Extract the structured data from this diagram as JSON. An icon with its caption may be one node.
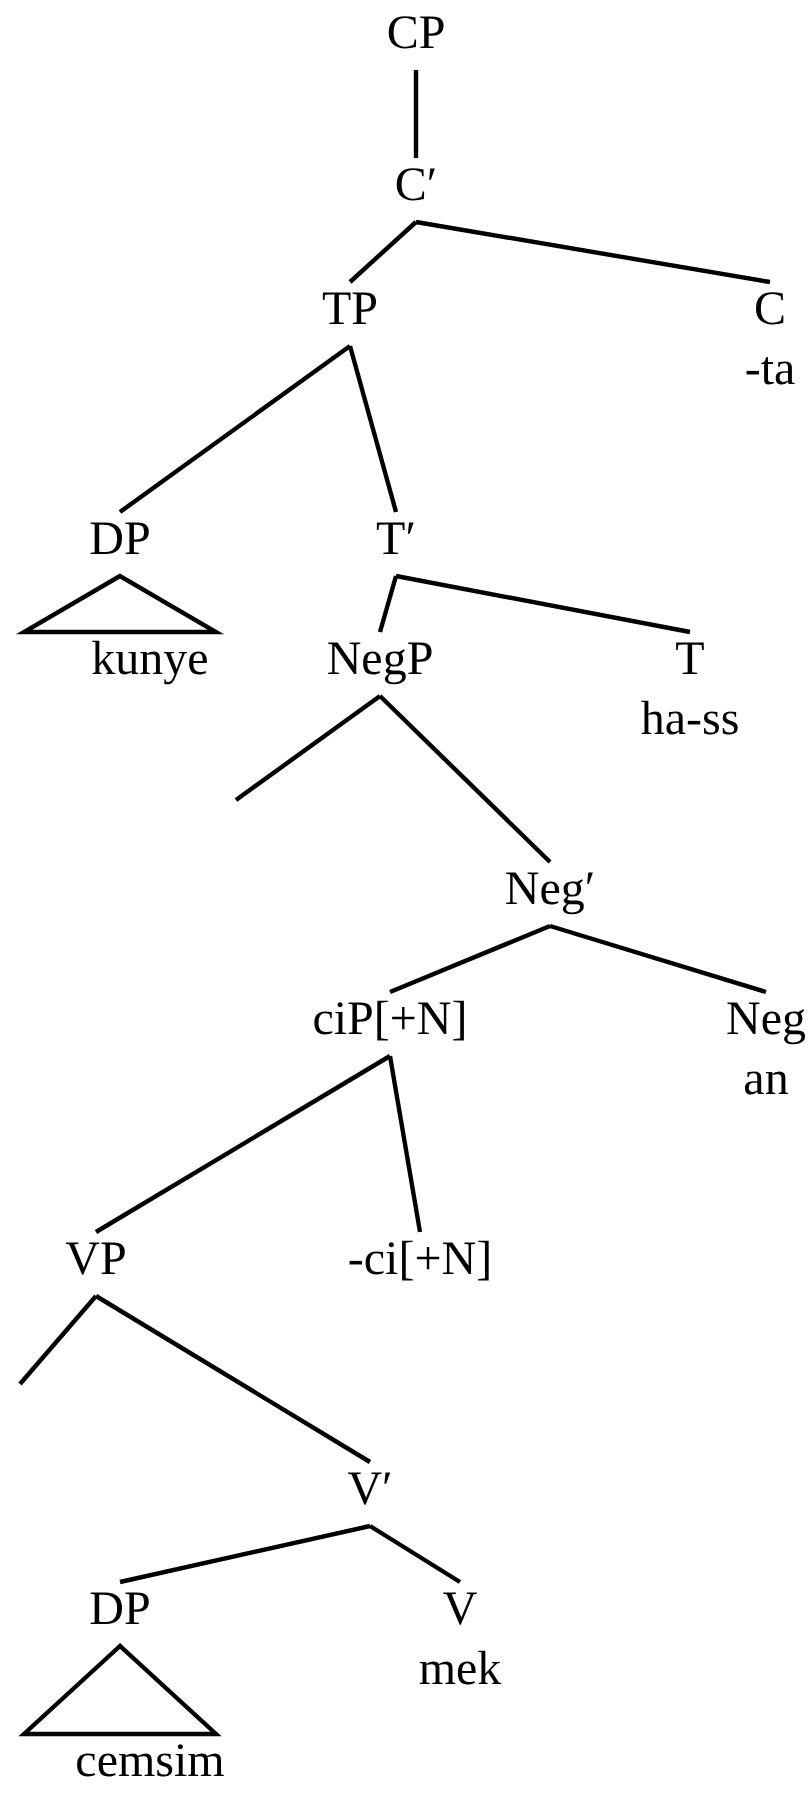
{
  "diagram": {
    "nodes": [
      {
        "text": [
          "CP"
        ]
      },
      {
        "text": [
          "C′"
        ]
      },
      {
        "text": [
          "TP"
        ]
      },
      {
        "text": [
          "C",
          "-ta"
        ]
      },
      {
        "text": [
          "DP"
        ]
      },
      {
        "text": [
          "T′"
        ]
      },
      {
        "text": [
          "kunye"
        ]
      },
      {
        "text": [
          "NegP"
        ]
      },
      {
        "text": [
          "T",
          "ha-ss"
        ]
      },
      {
        "text": [
          "Neg′"
        ]
      },
      {
        "text": [
          "ciP[+N]"
        ]
      },
      {
        "text": [
          "Neg",
          "an"
        ]
      },
      {
        "text": [
          "VP"
        ]
      },
      {
        "text": [
          "-ci[+N]"
        ]
      },
      {
        "text": [
          "V′"
        ]
      },
      {
        "text": [
          "DP"
        ]
      },
      {
        "text": [
          "V",
          "mek"
        ]
      },
      {
        "text": [
          "cemsim"
        ]
      }
    ],
    "edges": [
      {
        "from": 0,
        "to": 1,
        "arrow": "none"
      },
      {
        "from": 1,
        "to": 2,
        "arrow": "none"
      },
      {
        "from": 1,
        "to": 3,
        "arrow": "none"
      },
      {
        "from": 2,
        "to": 4,
        "arrow": "none"
      },
      {
        "from": 2,
        "to": 5,
        "arrow": "none"
      },
      {
        "from": 4,
        "to": 6,
        "arrow": "none"
      },
      {
        "from": 5,
        "to": 7,
        "arrow": "none"
      },
      {
        "from": 5,
        "to": 8,
        "arrow": "none"
      },
      {
        "from": 7,
        "to": null,
        "arrow": "none"
      },
      {
        "from": 7,
        "to": 9,
        "arrow": "none"
      },
      {
        "from": 9,
        "to": 10,
        "arrow": "none"
      },
      {
        "from": 9,
        "to": 11,
        "arrow": "none"
      },
      {
        "from": 10,
        "to": 12,
        "arrow": "none"
      },
      {
        "from": 10,
        "to": 13,
        "arrow": "none"
      },
      {
        "from": 12,
        "to": null,
        "arrow": "none"
      },
      {
        "from": 12,
        "to": 14,
        "arrow": "none"
      },
      {
        "from": 14,
        "to": 15,
        "arrow": "none"
      },
      {
        "from": 14,
        "to": 16,
        "arrow": "none"
      },
      {
        "from": 15,
        "to": 17,
        "arrow": "none"
      }
    ]
  }
}
